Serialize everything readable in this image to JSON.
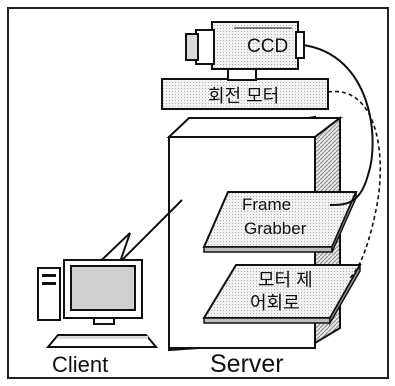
{
  "diagram": {
    "labels": {
      "camera": "CCD",
      "rotation_motor": "회전 모터",
      "frame_grabber_line1": "Frame",
      "frame_grabber_line2": "Grabber",
      "motor_control_line1": "모터 제",
      "motor_control_line2": "어회로",
      "client": "Client",
      "server": "Server"
    },
    "colors": {
      "stroke": "#111111",
      "background": "#ffffff",
      "hatch": "#8a8a8a",
      "shelf_shade": "#bdbdbd"
    },
    "connections": [
      {
        "from": "camera",
        "to": "frame_grabber",
        "style": "solid"
      },
      {
        "from": "rotation_motor",
        "to": "motor_control",
        "style": "dashed"
      },
      {
        "from": "client",
        "to": "server",
        "style": "lightning"
      }
    ]
  }
}
